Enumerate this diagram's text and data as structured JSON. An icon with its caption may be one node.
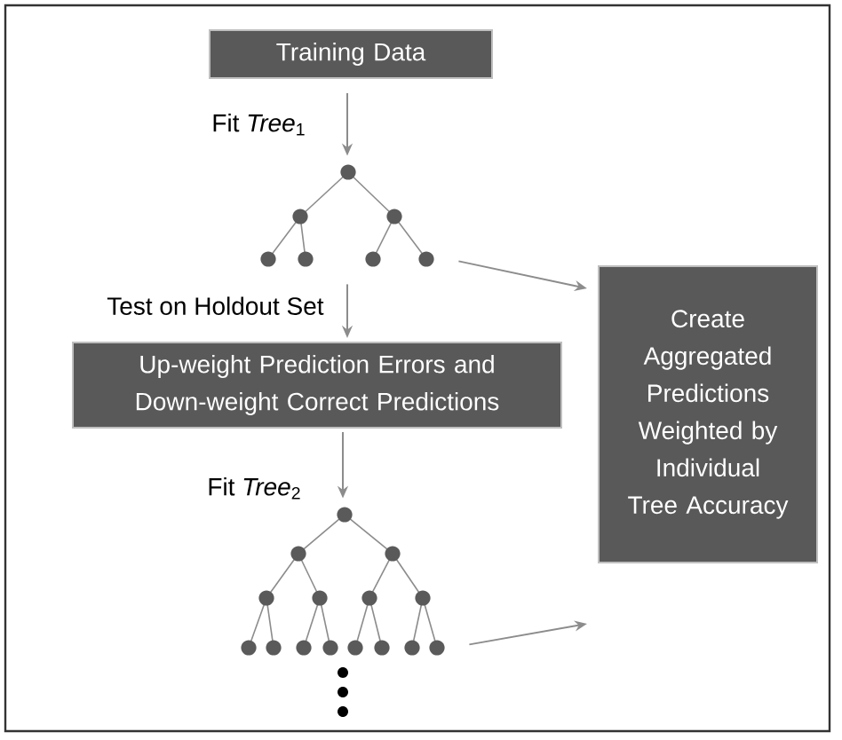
{
  "diagram": {
    "nodes": [
      {
        "text": [
          "Training Data"
        ]
      },
      {
        "text": [],
        "shape": "tree"
      },
      {
        "text": [
          "Up-weight Prediction Errors and Down-weight Correct Predictions"
        ]
      },
      {
        "text": [],
        "shape": "tree"
      },
      {
        "text": [
          "Create Aggregated Predictions Weighted by Individual Tree Accuracy"
        ]
      }
    ],
    "edges": [
      {
        "from": 0,
        "to": 1,
        "arrow": "to",
        "label": "Fit *Tree*$_{1}$"
      },
      {
        "from": 1,
        "to": 2,
        "arrow": "to",
        "label": "Test on Holdout Set"
      },
      {
        "from": 2,
        "to": 3,
        "arrow": "to",
        "label": "Fit *Tree*$_{2}$"
      },
      {
        "from": 1,
        "to": 4,
        "arrow": "to"
      },
      {
        "from": 3,
        "to": 4,
        "arrow": "to"
      }
    ]
  }
}
